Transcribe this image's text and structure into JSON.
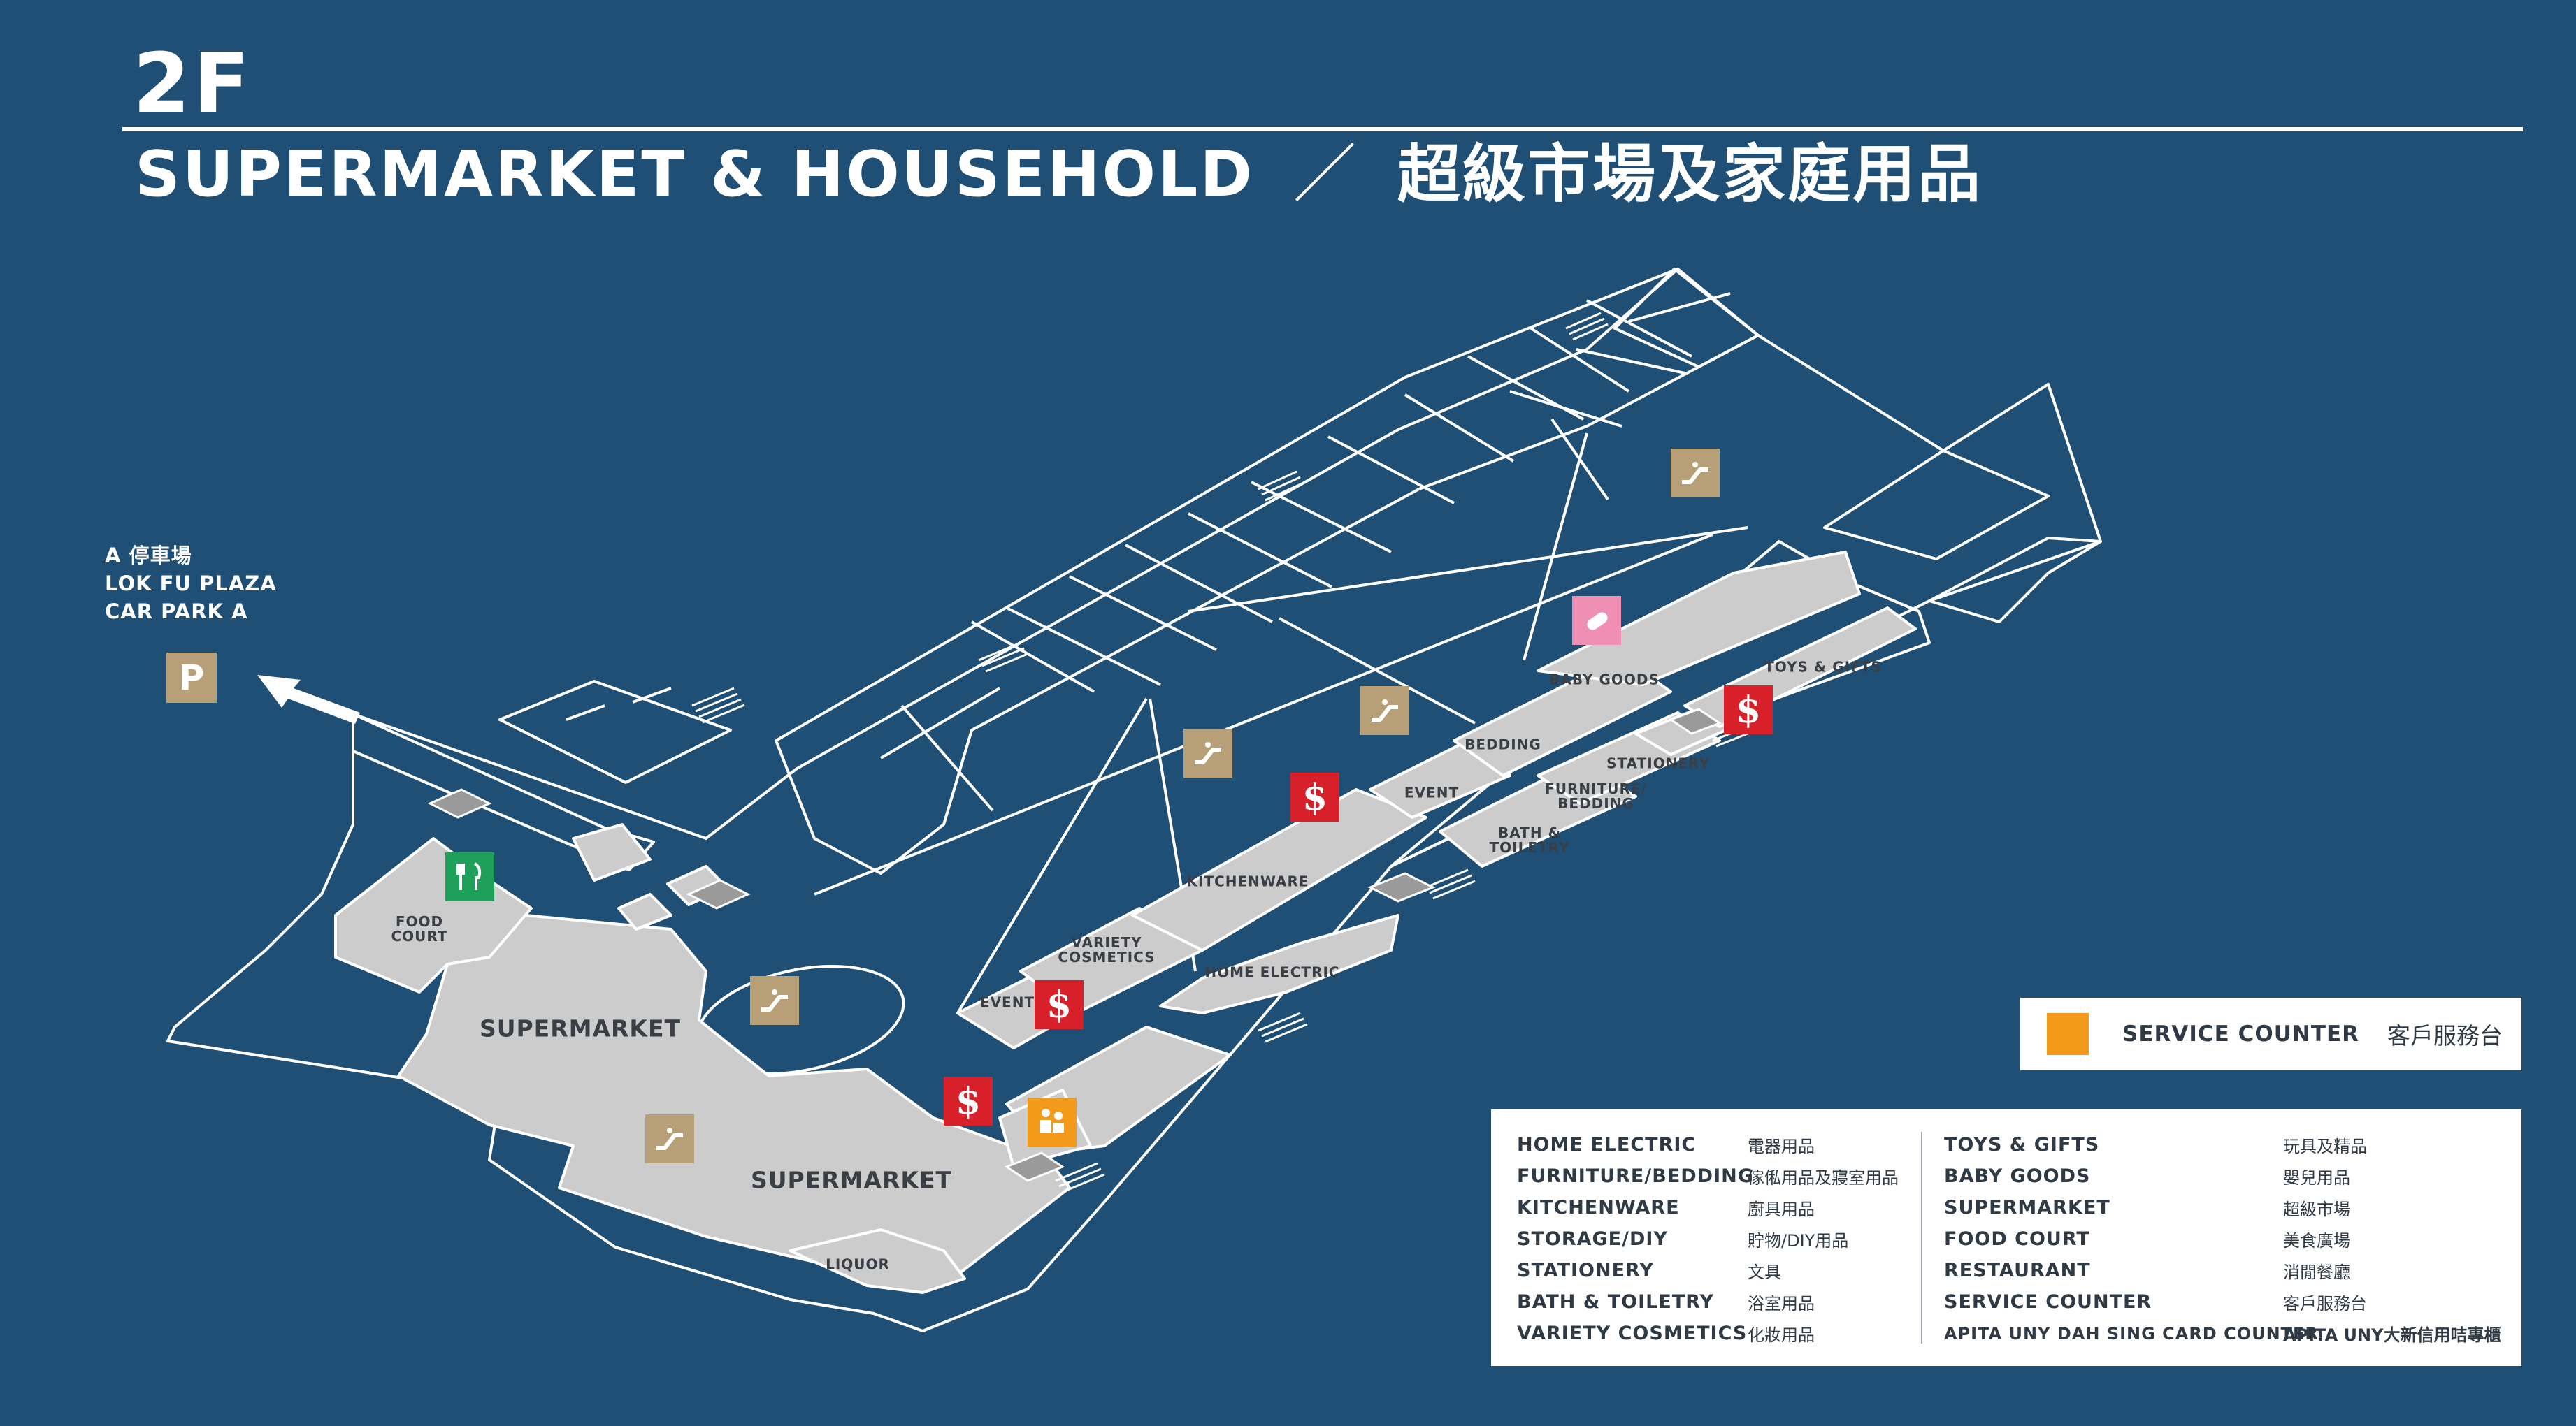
{
  "header": {
    "floor": "2F",
    "title_en": "SUPERMARKET & HOUSEHOLD",
    "separator": "／",
    "title_zh": "超級市場及家庭用品"
  },
  "carpark": {
    "line1_letter": "A",
    "line1_zh": "停車場",
    "line2": "LOK FU PLAZA",
    "line3": "CAR PARK A",
    "icon_label": "P",
    "icon_color": "#b7a077"
  },
  "map_labels": {
    "supermarket_1": "SUPERMARKET",
    "supermarket_2": "SUPERMARKET",
    "food_court_1": "FOOD",
    "food_court_2": "COURT",
    "liquor": "LIQUOR",
    "event_1": "EVENT",
    "event_2": "EVENT",
    "variety_1": "VARIETY",
    "variety_2": "COSMETICS",
    "kitchenware": "KITCHENWARE",
    "home_electric": "HOME ELECTRIC",
    "bath_1": "BATH &",
    "bath_2": "TOILETRY",
    "furniture_1": "FURNITURE/",
    "furniture_2": "BEDDING",
    "stationery": "STATIONERY",
    "bedding": "BEDDING",
    "baby_goods": "BABY GOODS",
    "toys_gifts": "TOYS & GIFTS"
  },
  "icons": {
    "escalator": "escalator-icon",
    "payment": "cashier-dollar-icon",
    "payment_glyph": "$",
    "service": "service-counter-icon",
    "baby": "baby-room-icon",
    "food": "restaurant-icon"
  },
  "service_box": {
    "label_en": "SERVICE COUNTER",
    "label_zh": "客戶服務台"
  },
  "legend": {
    "left": [
      {
        "en": "HOME ELECTRIC",
        "zh": "電器用品"
      },
      {
        "en": "FURNITURE/BEDDING",
        "zh": "傢俬用品及寢室用品"
      },
      {
        "en": "KITCHENWARE",
        "zh": "廚具用品"
      },
      {
        "en": "STORAGE/DIY",
        "zh": "貯物/DIY用品"
      },
      {
        "en": "STATIONERY",
        "zh": "文具"
      },
      {
        "en": "BATH & TOILETRY",
        "zh": "浴室用品"
      },
      {
        "en": "VARIETY COSMETICS",
        "zh": "化妝用品"
      }
    ],
    "right": [
      {
        "en": "TOYS & GIFTS",
        "zh": "玩具及精品"
      },
      {
        "en": "BABY GOODS",
        "zh": "嬰兒用品"
      },
      {
        "en": "SUPERMARKET",
        "zh": "超級市場"
      },
      {
        "en": "FOOD COURT",
        "zh": "美食廣場"
      },
      {
        "en": "RESTAURANT",
        "zh": "消閒餐廳"
      },
      {
        "en": "SERVICE COUNTER",
        "zh": "客戶服務台"
      },
      {
        "en": "APITA UNY DAH SING CARD COUNTER",
        "zh": "APITA UNY大新信用咭專櫃"
      }
    ]
  },
  "colors": {
    "background": "#1f4f75",
    "floor_fill": "#cccccc",
    "escalator": "#b7a077",
    "cashier": "#d7202a",
    "service": "#f39a1b",
    "baby": "#ef8fb4",
    "restaurant": "#1fa05a"
  }
}
